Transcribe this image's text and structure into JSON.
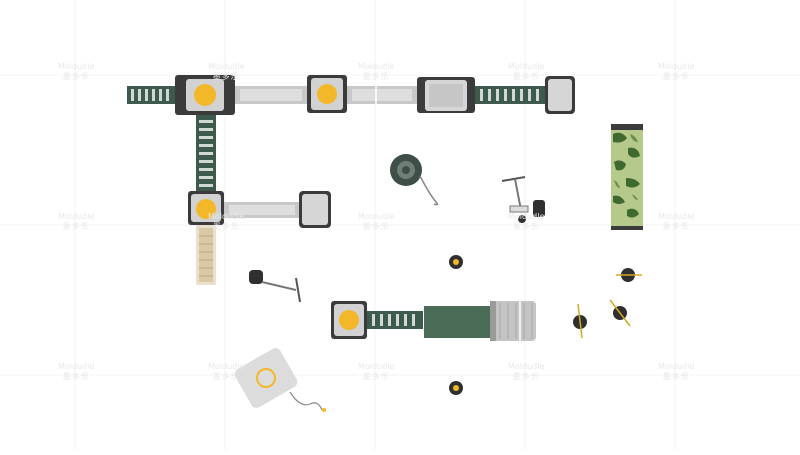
{
  "watermark": {
    "brand": "Moldudle",
    "cn": "墨多乐"
  },
  "colors": {
    "background": "#ffffff",
    "deck_yellow": "#f2b829",
    "panel_gray": "#d2d2d2",
    "frame_dark": "#3b3b3b",
    "ladder_green": "#3e5a4c",
    "mat_green": "#4a6b56",
    "camo_light": "#b5c98a",
    "camo_dark": "#3f6a2f"
  },
  "objects": [
    "ladder-bridge",
    "square-deck-tower",
    "gray-panel-bridge",
    "climbing-drum",
    "tire-swing",
    "camouflage-wall",
    "balance-scooter",
    "stepping-post",
    "sign-board"
  ]
}
